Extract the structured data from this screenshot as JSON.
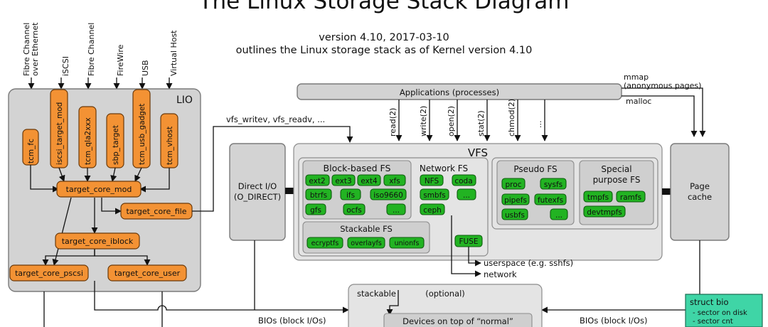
{
  "title": "The Linux Storage Stack Diagram",
  "subtitle_version": "version 4.10, 2017-03-10",
  "subtitle_outline": "outlines the Linux storage stack as of Kernel version 4.10",
  "top_inputs": [
    {
      "line1": "Fibre Channel",
      "line2": "over Ethernet"
    },
    {
      "line1": "iSCSI",
      "line2": ""
    },
    {
      "line1": "Fibre Channel",
      "line2": ""
    },
    {
      "line1": "FireWire",
      "line2": ""
    },
    {
      "line1": "USB",
      "line2": ""
    },
    {
      "line1": "Virtual Host",
      "line2": ""
    }
  ],
  "lio": {
    "label": "LIO",
    "fabric_modules": [
      "tcm_fc",
      "iscsi_target_mod",
      "tcm_qla2xxx",
      "sbp_target",
      "tcm_usb_gadget",
      "tcm_vhost"
    ],
    "core": "target_core_mod",
    "file": "target_core_file",
    "iblock": "target_core_iblock",
    "pscsi": "target_core_pscsi",
    "user": "target_core_user"
  },
  "applications": "Applications (processes)",
  "mmap_line1": "mmap",
  "mmap_line2": "(anonymous pages)",
  "malloc": "malloc",
  "vfs_writev": "vfs_writev, vfs_readv, ...",
  "syscalls": [
    "read(2)",
    "write(2)",
    "open(2)",
    "stat(2)",
    "chmod(2)",
    "..."
  ],
  "direct_io_line1": "Direct I/O",
  "direct_io_line2": "(O_DIRECT)",
  "vfs_label": "VFS",
  "block_fs": {
    "title": "Block-based FS",
    "items": [
      "ext2",
      "ext3",
      "ext4",
      "xfs",
      "btrfs",
      "ifs",
      "iso9660",
      "gfs",
      "ocfs",
      "..."
    ]
  },
  "network_fs": {
    "title": "Network FS",
    "items": [
      "NFS",
      "coda",
      "smbfs",
      "...",
      "ceph"
    ]
  },
  "stackable_fs": {
    "title": "Stackable FS",
    "items": [
      "ecryptfs",
      "overlayfs",
      "unionfs"
    ]
  },
  "fuse": "FUSE",
  "pseudo_fs": {
    "title": "Pseudo FS",
    "items": [
      "proc",
      "sysfs",
      "pipefs",
      "futexfs",
      "usbfs",
      "..."
    ]
  },
  "special_fs": {
    "title_line1": "Special",
    "title_line2": "purpose FS",
    "items": [
      "tmpfs",
      "ramfs",
      "devtmpfs"
    ]
  },
  "page_cache_line1": "Page",
  "page_cache_line2": "cache",
  "userspace": "userspace (e.g. sshfs)",
  "network": "network",
  "stackable": "stackable",
  "optional": "(optional)",
  "bios_left": "BIOs (block I/Os)",
  "bios_right": "BIOs (block I/Os)",
  "devices_on_top": "Devices on top of “normal”",
  "struct_bio": {
    "title": "struct bio",
    "items": [
      "- sector on disk",
      "- sector cnt"
    ]
  },
  "colors": {
    "orange": "#f39234",
    "green": "#22b322",
    "teal": "#3fd5a6",
    "gray": "#d3d3d3"
  }
}
